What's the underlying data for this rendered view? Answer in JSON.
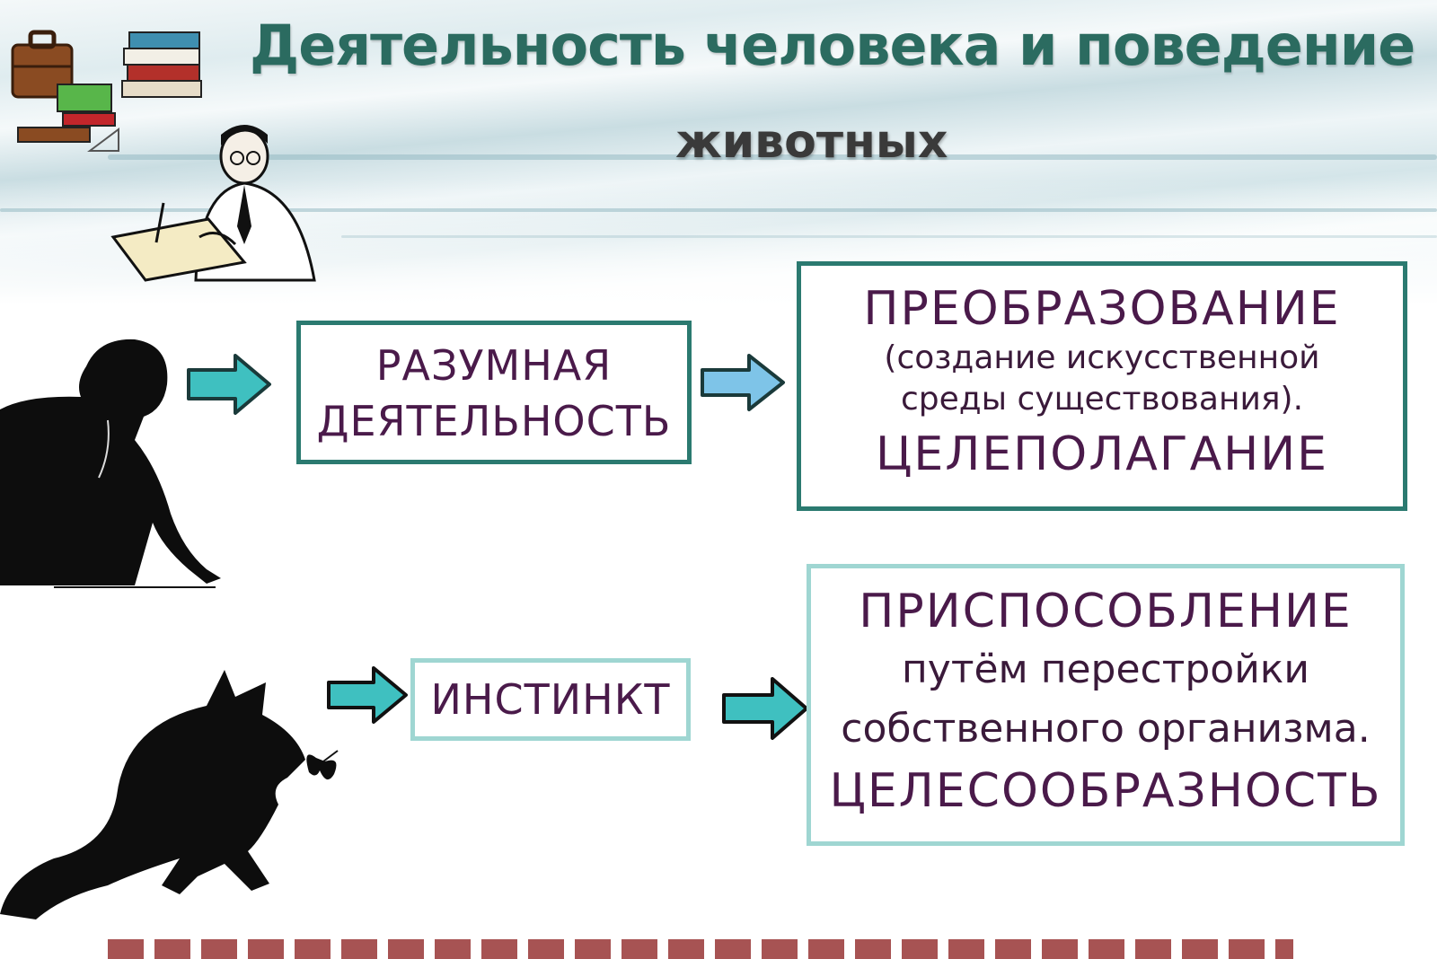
{
  "title": {
    "line1": "Деятельность человека и поведение",
    "line2": "животных"
  },
  "human_path": {
    "source_box": {
      "line1": "РАЗУМНАЯ",
      "line2": "ДЕЯТЕЛЬНОСТЬ"
    },
    "result_box": {
      "heading": "ПРЕОБРАЗОВАНИЕ",
      "detail_line1": "(создание искусственной",
      "detail_line2": "среды существования).",
      "footer": "ЦЕЛЕПОЛАГАНИЕ"
    }
  },
  "animal_path": {
    "source_box": {
      "label": "ИНСТИНКТ"
    },
    "result_box": {
      "heading": "ПРИСПОСОБЛЕНИЕ",
      "detail_line1": "путём перестройки",
      "detail_line2": "собственного организма.",
      "footer": "ЦЕЛЕСООБРАЗНОСТЬ"
    }
  },
  "colors": {
    "dark_frame": "#2b7a70",
    "light_frame": "#9fd6d2",
    "text": "#4a1a4a",
    "arrow_fill": "#3fc0c0",
    "title": "#2b6b60"
  },
  "icons": [
    "briefcase-icon",
    "books-icon",
    "scientist-illustration",
    "person-silhouette",
    "cat-silhouette",
    "butterfly-icon",
    "arrow-right-icon"
  ]
}
